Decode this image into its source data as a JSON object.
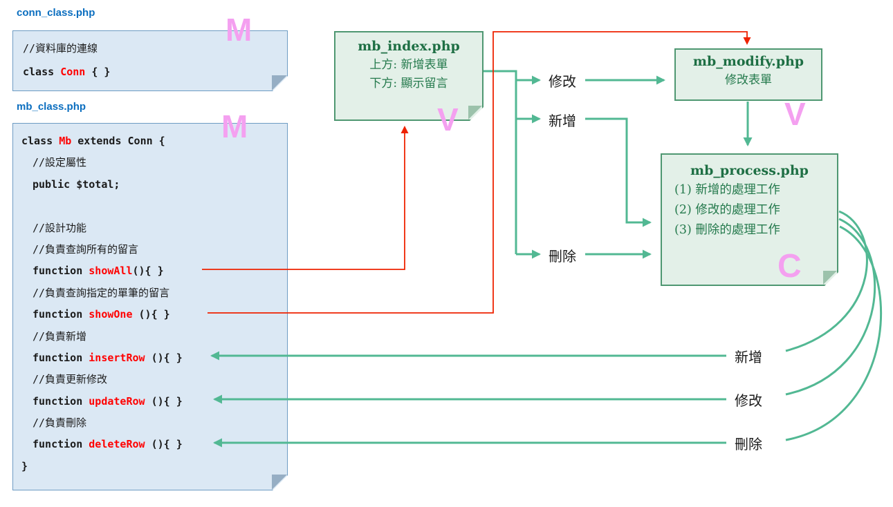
{
  "conn_note": {
    "filename": "conn_class.php",
    "mvc_letter": "M",
    "comment": "//資料庫的連線",
    "code_pre": "class ",
    "code_red": "Conn",
    "code_post": " { }"
  },
  "mb_note": {
    "filename": "mb_class.php",
    "mvc_letter": "M",
    "lines": [
      {
        "kind": "code",
        "indent": false,
        "pre": "class ",
        "red": "Mb",
        "post": " extends Conn {"
      },
      {
        "kind": "comment",
        "indent": true,
        "text": "//設定屬性"
      },
      {
        "kind": "code",
        "indent": true,
        "text": "public $total;"
      },
      {
        "kind": "blank"
      },
      {
        "kind": "comment",
        "indent": true,
        "text": "//設計功能"
      },
      {
        "kind": "comment",
        "indent": true,
        "text": "//負責查詢所有的留言"
      },
      {
        "kind": "code",
        "indent": true,
        "pre": "function ",
        "red": "showAll",
        "post": "(){ }"
      },
      {
        "kind": "comment",
        "indent": true,
        "text": "//負責查詢指定的單筆的留言"
      },
      {
        "kind": "code",
        "indent": true,
        "pre": "function ",
        "red": "showOne ",
        "post": "(){ }"
      },
      {
        "kind": "comment",
        "indent": true,
        "text": "//負責新增"
      },
      {
        "kind": "code",
        "indent": true,
        "pre": "function ",
        "red": "insertRow ",
        "post": "(){ }"
      },
      {
        "kind": "comment",
        "indent": true,
        "text": "//負責更新修改"
      },
      {
        "kind": "code",
        "indent": true,
        "pre": "function ",
        "red": "updateRow ",
        "post": "(){ }"
      },
      {
        "kind": "comment",
        "indent": true,
        "text": "//負責刪除"
      },
      {
        "kind": "code",
        "indent": true,
        "pre": "function ",
        "red": "deleteRow ",
        "post": "(){ }"
      },
      {
        "kind": "code",
        "indent": false,
        "text": "}"
      }
    ]
  },
  "index_note": {
    "filename": "mb_index.php",
    "mvc_letter": "V",
    "lines": [
      "上方: 新增表單",
      "下方: 顯示留言"
    ]
  },
  "modify_note": {
    "filename": "mb_modify.php",
    "mvc_letter": "V",
    "lines": [
      "修改表單"
    ]
  },
  "process_note": {
    "filename": "mb_process.php",
    "mvc_letter": "C",
    "lines": [
      "(1) 新增的處理工作",
      "(2) 修改的處理工作",
      "(3) 刪除的處理工作"
    ]
  },
  "flow_labels": {
    "modify": "修改",
    "insert": "新增",
    "delete": "刪除"
  },
  "action_labels": {
    "insert": "新增",
    "modify": "修改",
    "delete": "刪除"
  },
  "colors": {
    "green_arrow": "#52b893",
    "red_arrow": "#ee2200",
    "keyword_red": "#ff0000",
    "file_label_blue": "#0b6ebf",
    "note_blue_fill": "#dbe8f4",
    "note_blue_border": "#6d9bc3",
    "note_green_fill": "#e3f0e8",
    "note_green_border": "#4e9771",
    "green_text": "#1e6f44",
    "mvc_pink": "#f4a0f0"
  }
}
